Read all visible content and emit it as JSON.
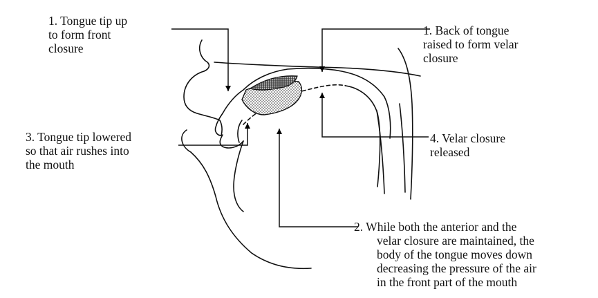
{
  "labels": {
    "tip_up": [
      "1.  Tongue tip up",
      "to form front",
      "closure"
    ],
    "back_raised": [
      "1.  Back of tongue",
      "raised to form velar",
      "closure"
    ],
    "tip_lowered": [
      "3.  Tongue tip lowered",
      "so that air rushes into",
      "the mouth"
    ],
    "velar_release": [
      "4.  Velar closure",
      "released"
    ],
    "tongue_down": [
      "2.  While both the anterior and the",
      "velar closure are maintained, the",
      "body of the tongue moves down",
      "decreasing the pressure of the air",
      "in the front part of the mouth"
    ]
  }
}
